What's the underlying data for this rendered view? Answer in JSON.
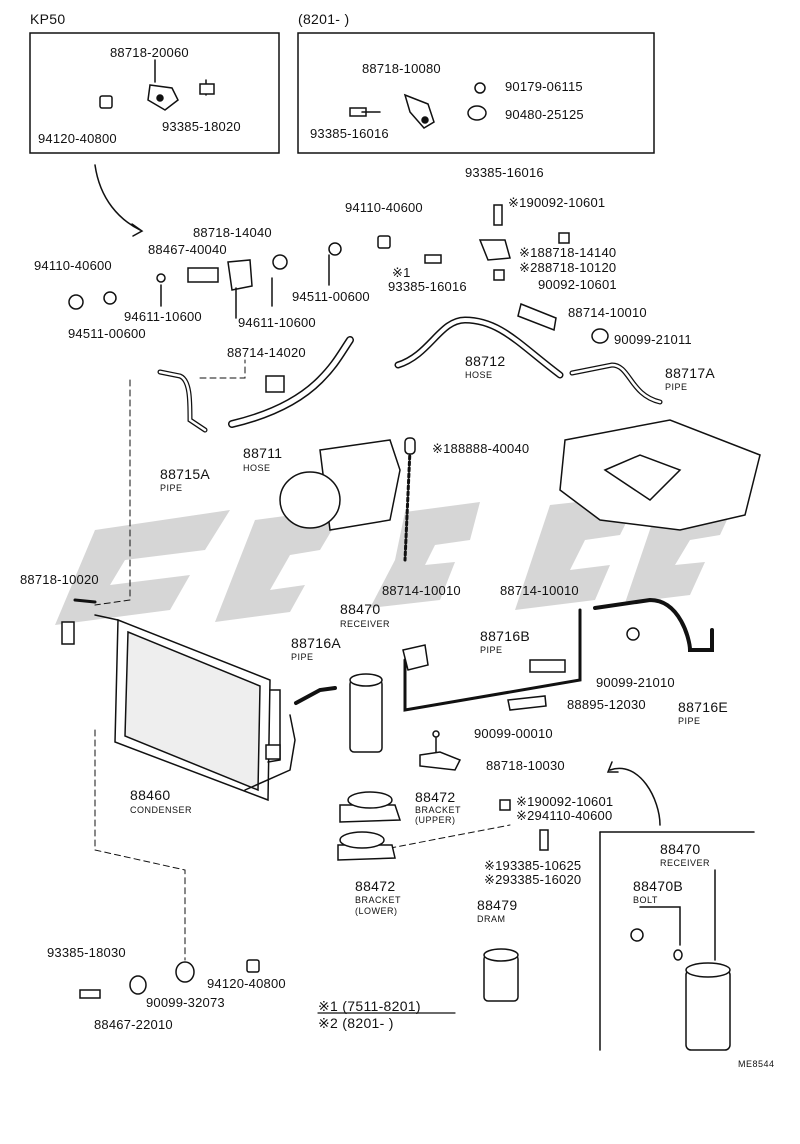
{
  "header": {
    "variant_left": "KP50",
    "variant_right": "(8201-       )"
  },
  "inset_left": {
    "p1": "88718-20060",
    "p2": "94120-40800",
    "p3": "93385-18020"
  },
  "inset_right": {
    "p1": "88718-10080",
    "p2": "93385-16016",
    "p3": "90179-06115",
    "p4": "90480-25125"
  },
  "upper": {
    "p_93385_16016_top": "93385-16016",
    "p_190092": "※190092-10601",
    "p_94110_a": "94110-40600",
    "p_88718_14040": "88718-14040",
    "p_88467_40040": "88467-40040",
    "p_94110_b": "94110-40600",
    "p_94511_a": "94511-00600",
    "p_94611_a": "94611-10600",
    "p_94611_b": "94611-10600",
    "p_94511_b": "94511-00600",
    "p_88718_14140": "※188718-14140",
    "p_88718_10120": "※288718-10120",
    "p_star1": "※1",
    "p_93385_16016_mid": "93385-16016",
    "p_90092_10601": "90092-10601",
    "p_88714_10010_top": "88714-10010",
    "p_90099_21011": "90099-21011",
    "p_88714_14020": "88714-14020",
    "p_88712": "88712",
    "p_88712_sub": "HOSE",
    "p_88717A": "88717A",
    "p_88717A_sub": "PIPE",
    "p_88711": "88711",
    "p_88711_sub": "HOSE",
    "p_88715A": "88715A",
    "p_88715A_sub": "PIPE",
    "p_88888": "※188888-40040"
  },
  "middle": {
    "p_88718_10020": "88718-10020",
    "p_88470": "88470",
    "p_88470_sub": "RECEIVER",
    "p_88714_a": "88714-10010",
    "p_88714_b": "88714-10010",
    "p_88716A": "88716A",
    "p_88716A_sub": "PIPE",
    "p_88716B": "88716B",
    "p_88716B_sub": "PIPE",
    "p_90099_21010": "90099-21010",
    "p_88716E": "88716E",
    "p_88716E_sub": "PIPE",
    "p_88895": "88895-12030",
    "p_90099_00010": "90099-00010",
    "p_88718_10030": "88718-10030",
    "p_88460": "88460",
    "p_88460_sub": "CONDENSER"
  },
  "lower": {
    "p_88472u": "88472",
    "p_88472u_sub1": "BRACKET",
    "p_88472u_sub2": "(UPPER)",
    "p_190092b": "※190092-10601",
    "p_294110": "※294110-40600",
    "p_88472l": "88472",
    "p_88472l_sub1": "BRACKET",
    "p_88472l_sub2": "(LOWER)",
    "p_193385": "※193385-10625",
    "p_293385": "※293385-16020",
    "p_88479": "88479",
    "p_88479_sub": "DRAM",
    "p_88470r": "88470",
    "p_88470r_sub": "RECEIVER",
    "p_88470B": "88470B",
    "p_88470B_sub": "BOLT",
    "p_93385_18030": "93385-18030",
    "p_90099_32073": "90099-32073",
    "p_94120_40800": "94120-40800",
    "p_88467_22010": "88467-22010"
  },
  "legend": {
    "l1": "※1 (7511-8201)",
    "l2": "※2 (8201-          )"
  },
  "footer": {
    "ref": "ME8544"
  }
}
